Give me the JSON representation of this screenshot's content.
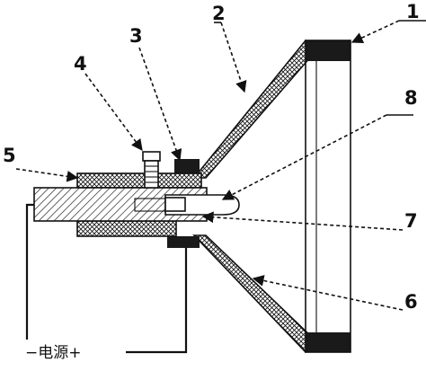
{
  "labels": {
    "part_1": "1",
    "part_2": "2",
    "part_3": "3",
    "part_4": "4",
    "part_5": "5",
    "part_6": "6",
    "part_7": "7",
    "part_8": "8"
  },
  "power_supply": {
    "minus": "−",
    "text": "电源",
    "plus": "+"
  },
  "colors": {
    "line": "#111111",
    "background": "#ffffff",
    "solid_part": "#1a1a1a"
  }
}
